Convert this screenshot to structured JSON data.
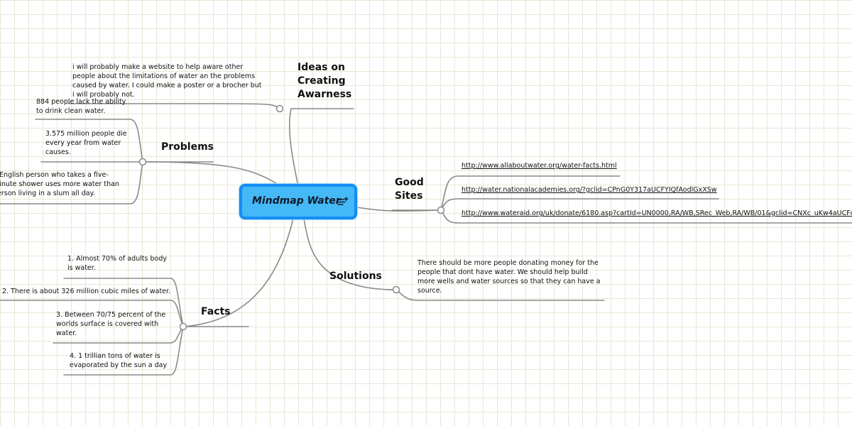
{
  "central": {
    "label": "Mindmap Water",
    "icon": "notes-icon"
  },
  "branches": {
    "ideas": {
      "label": "Ideas on Creating Awarness",
      "notes": [
        "i will probably make a website to help aware other people about the limitations of water an the problems caused by water. I could make a poster or a brocher but i will probably not."
      ]
    },
    "problems": {
      "label": "Problems",
      "notes": [
        "884 people lack the ability to drink clean water.",
        "3.575 million people die every year from water causes.",
        "n English person who takes a five-minute shower uses more water than person living in a slum all day."
      ]
    },
    "facts": {
      "label": "Facts",
      "notes": [
        "1. Almost 70% of adults body is water.",
        "2. There is about 326 million cubic miles of water.",
        "3. Between 70/75 percent of the worlds surface is covered with water.",
        "4. 1 trillian tons of water is evaporated by the sun a day"
      ]
    },
    "sites": {
      "label": "Good Sites",
      "links": [
        "http://www.allaboutwater.org/water-facts.html",
        "http://water.nationalacademies.org/?gclid=CPnG0Y317aUCFYIQfAodlGxXSw",
        "http://www.wateraid.org/uk/donate/6180.asp?cartId=UN0000,RA/WB,SRec_Web,RA/WB/01&gclid=CNXc_uKw4aUCFc"
      ]
    },
    "solutions": {
      "label": "Solutions",
      "notes": [
        "There should be more people donating money for the people that dont have water. We should help build more wells and water sources so that they can have a source."
      ]
    }
  },
  "colors": {
    "central_fill": "#45b8f6",
    "central_border": "#168df5",
    "connector": "#8a8a8a",
    "grid": "#e6e8d6"
  }
}
